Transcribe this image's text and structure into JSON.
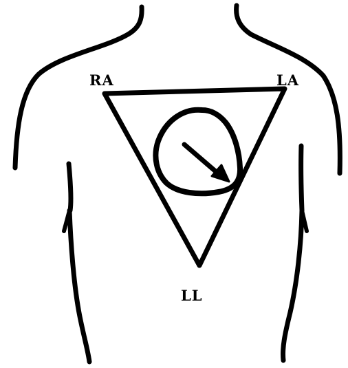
{
  "diagram": {
    "leads": {
      "right_arm": "RA",
      "left_arm": "LA",
      "left_leg": "LL"
    },
    "colors": {
      "ink": "#000000",
      "background": "#ffffff"
    },
    "icons": {
      "heart": "heart-outline-icon",
      "axis": "arrow-down-right-icon"
    }
  }
}
